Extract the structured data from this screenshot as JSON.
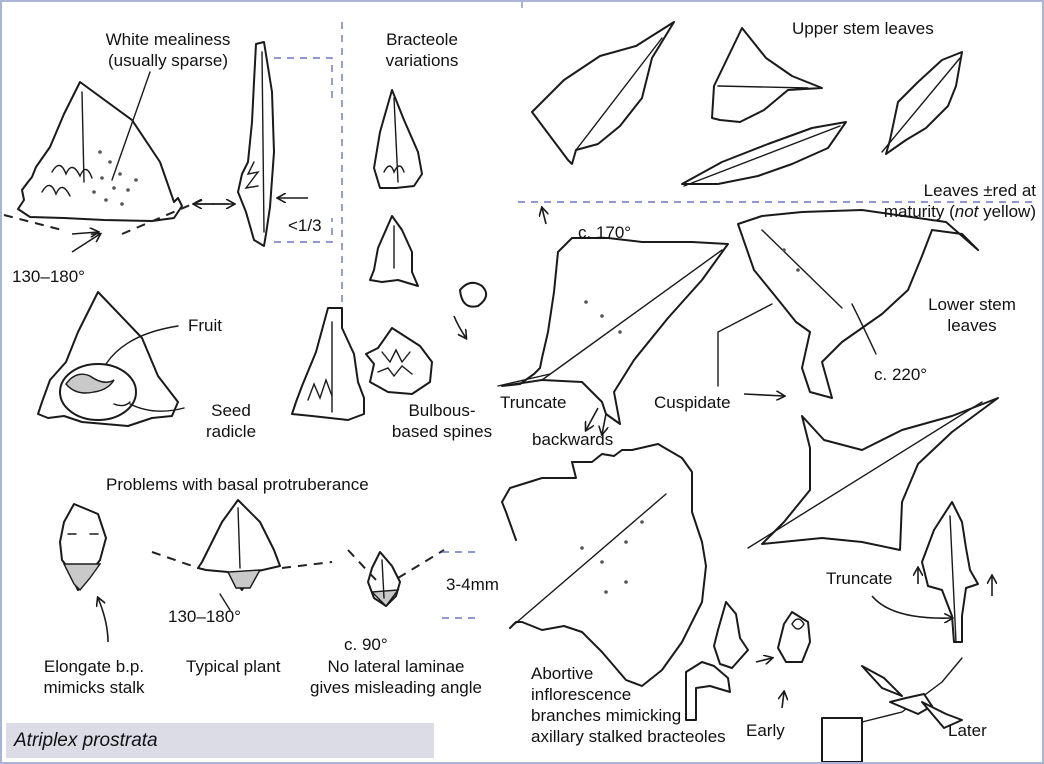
{
  "species": "Atriplex prostrata",
  "labels": {
    "white_mealiness_1": "White mealiness",
    "white_mealiness_2": "(usually sparse)",
    "angle_top": "130–180°",
    "fraction": "<1/3",
    "bracteole_variations_1": "Bracteole",
    "bracteole_variations_2": "variations",
    "fruit": "Fruit",
    "seed_radicle_1": "Seed",
    "seed_radicle_2": "radicle",
    "bulbous_1": "Bulbous-",
    "bulbous_2": "based spines",
    "problems": "Problems with basal protruberance",
    "size": "3-4mm",
    "angle_typical": "130–180°",
    "angle_90": "c. 90°",
    "elongate_1": "Elongate b.p.",
    "elongate_2": "mimicks stalk",
    "typical_plant": "Typical plant",
    "no_lateral_1": "No lateral laminae",
    "no_lateral_2": "gives misleading angle",
    "upper_stem": "Upper stem leaves",
    "leaves_red_1": "Leaves ±red at",
    "leaves_red_2_pre": "maturity (",
    "leaves_red_2_em": "not",
    "leaves_red_2_post": " yellow)",
    "angle_170": "c. 170°",
    "lower_stem_1": "Lower stem",
    "lower_stem_2": "leaves",
    "angle_220": "c. 220°",
    "truncate_1": "Truncate",
    "backwards": "backwards",
    "cuspidate": "Cuspidate",
    "truncate_2": "Truncate",
    "abortive_1": "Abortive",
    "abortive_2": "inflorescence",
    "abortive_3": "branches mimicking",
    "abortive_4": "axillary stalked bracteoles",
    "early": "Early",
    "later": "Later"
  }
}
